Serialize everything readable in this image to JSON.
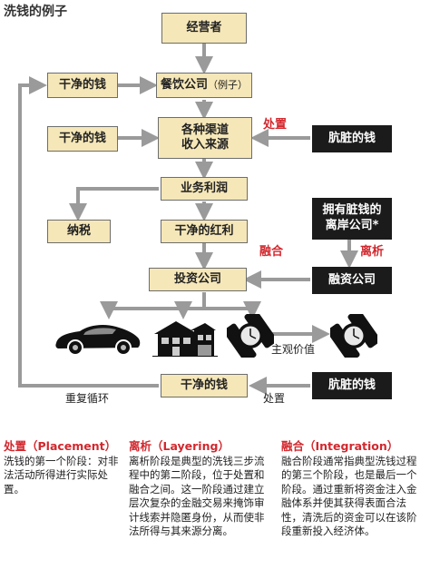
{
  "title": "洗钱的例子",
  "boxes": {
    "operator": "经营者",
    "clean_money_1": "干净的钱",
    "restaurant": "餐饮公司",
    "restaurant_note": "（例子）",
    "clean_money_2": "干净的钱",
    "channels": "各种渠道\n收入来源",
    "dirty_money_1": "肮脏的钱",
    "profit": "业务利润",
    "tax": "纳税",
    "clean_dividend": "干净的红利",
    "offshore": "拥有脏钱的\n离岸公司*",
    "investment": "投资公司",
    "financing": "融资公司",
    "clean_money_3": "干净的钱",
    "dirty_money_2": "肮脏的钱"
  },
  "labels": {
    "placement_top": "处置",
    "integration_mid": "融合",
    "layering_mid": "离析",
    "subjective_value": "主观价值",
    "repeat_cycle": "重复循环",
    "placement_bottom": "处置"
  },
  "icons": [
    "car-icon",
    "house-icon",
    "watch-icon",
    "watch-icon"
  ],
  "colors": {
    "box_fill": "#f5e7b8",
    "dark_box": "#1b1b1b",
    "accent_red": "#d2282e",
    "arrow_gray": "#9a9a9a"
  },
  "explanations": [
    {
      "heading": "处置（Placement）",
      "body": "洗钱的第一个阶段：对非法活动所得进行实际处置。"
    },
    {
      "heading": "离析（Layering）",
      "body": "离析阶段是典型的洗钱三步流程中的第二阶段，位于处置和融合之间。这一阶段通过建立层次复杂的金融交易来掩饰审计线索并隐匿身份，从而使非法所得与其来源分离。"
    },
    {
      "heading": "融合（Integration）",
      "body": "融合阶段通常指典型洗钱过程的第三个阶段，也是最后一个阶段。通过重新将资金注入金融体系并使其获得表面合法性，清洗后的资金可以在该阶段重新投入经济体。"
    }
  ]
}
